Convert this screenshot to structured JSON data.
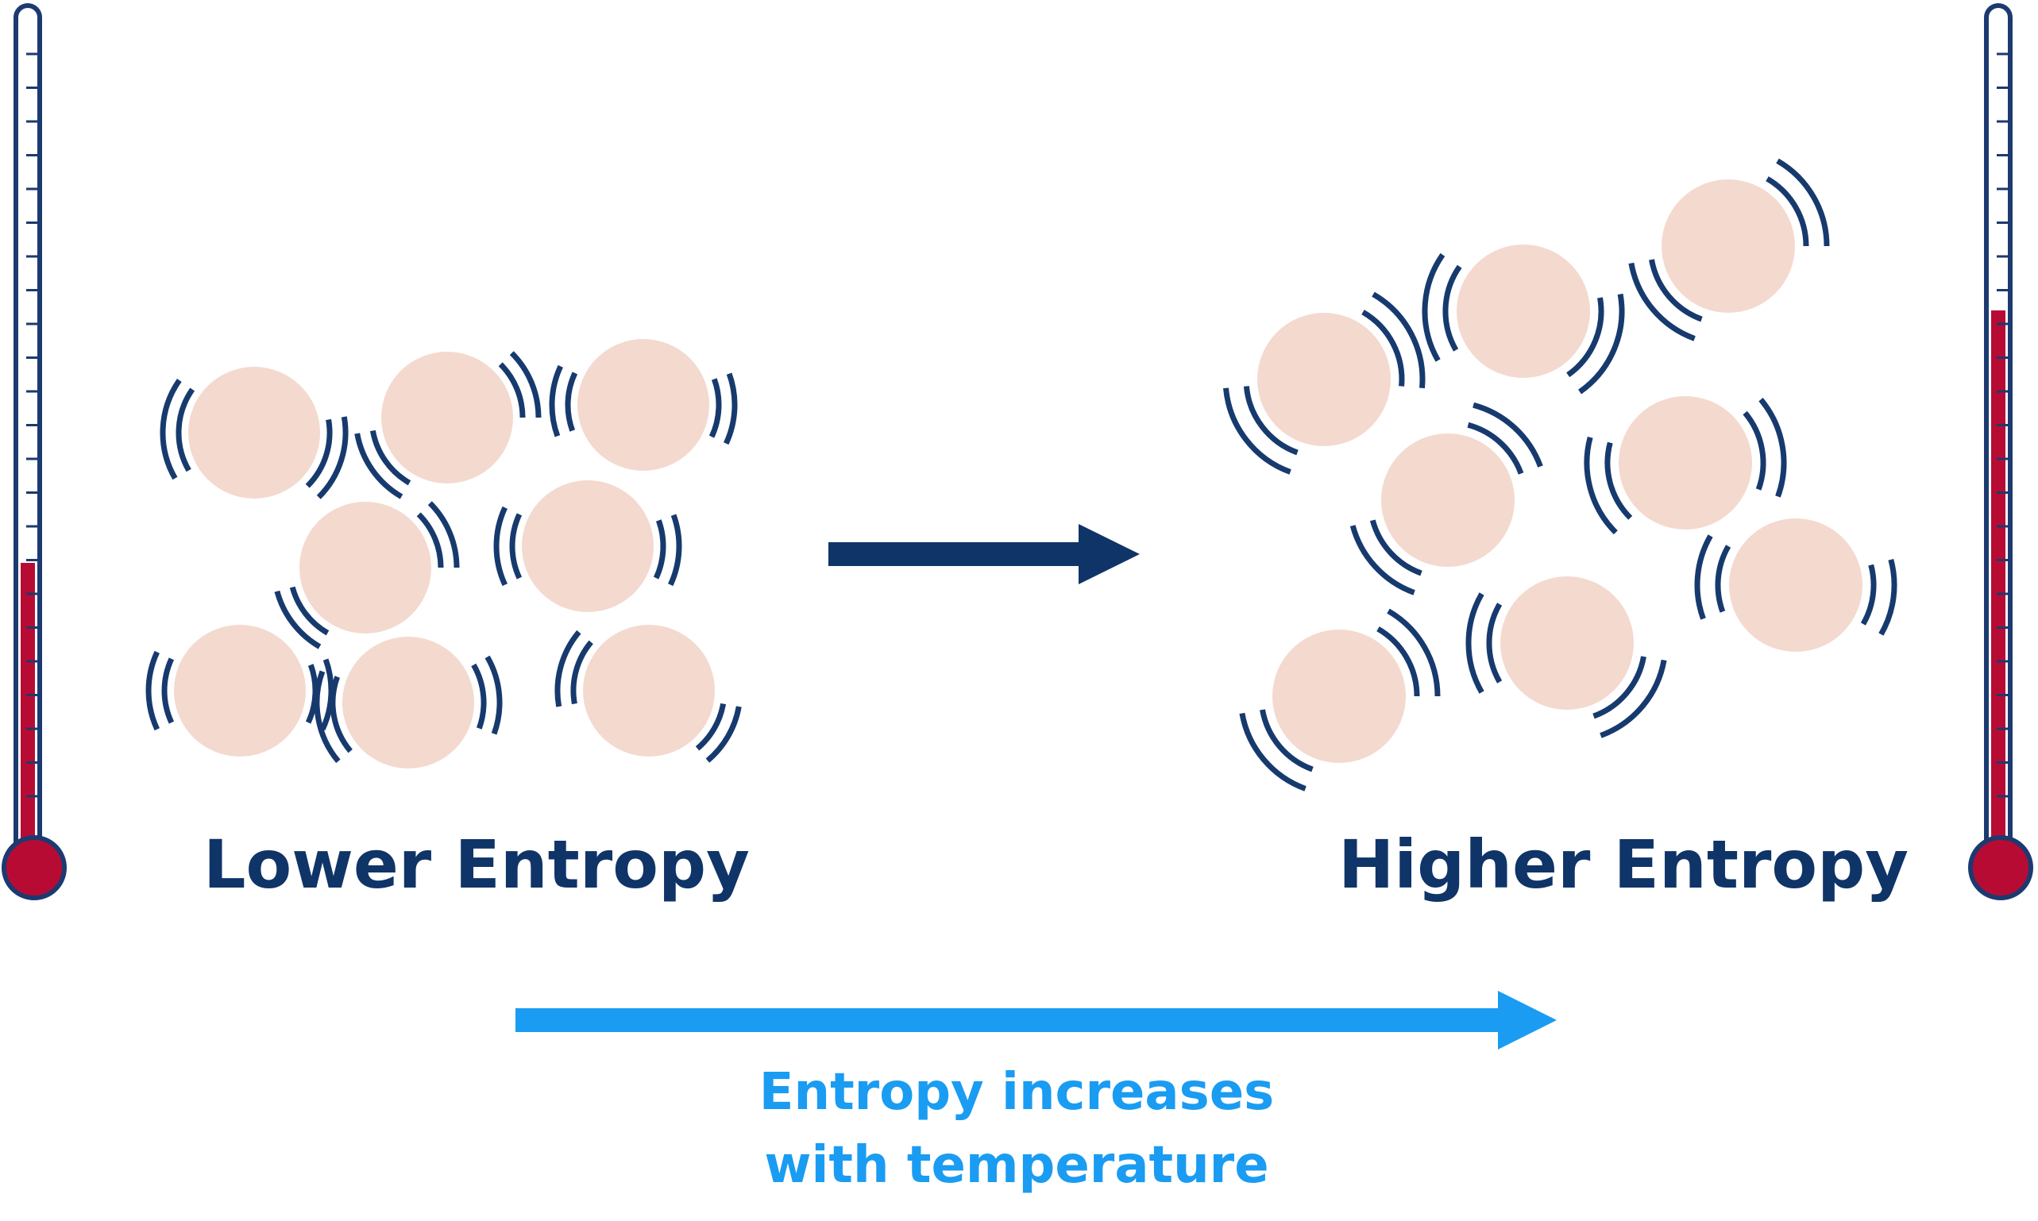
{
  "labels": {
    "lower": "Lower Entropy",
    "higher": "Higher Entropy"
  },
  "caption": {
    "line1": "Entropy increases",
    "line2": "with temperature"
  },
  "colors": {
    "particle": "#f4d9cf",
    "vibration": "#173a6e",
    "navy_arrow": "#0f3468",
    "blue_arrow": "#1a9cf2",
    "thermometer_outline": "#1c3a70",
    "mercury": "#b80b34",
    "label_text": "#0f3468",
    "caption_text": "#1a9cf2"
  },
  "thermometers": {
    "left": {
      "fill_level": 0.35
    },
    "right": {
      "fill_level": 0.65
    }
  },
  "icons": {
    "thermometer": "thermometer-icon",
    "arrow": "arrow-right-icon",
    "particle": "particle-icon",
    "vibration": "vibration-arcs-icon"
  }
}
